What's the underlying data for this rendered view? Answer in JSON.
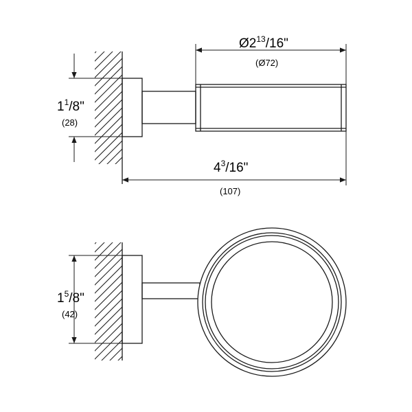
{
  "top_view": {
    "overall_width": {
      "whole": "Ø2",
      "num": "13",
      "den": "/16\"",
      "metric": "(Ø72)"
    },
    "height": {
      "whole": "1",
      "num": "1",
      "den": "/8\"",
      "metric": "(28)"
    },
    "length": {
      "whole": "4",
      "num": "3",
      "den": "/16\"",
      "metric": "(107)"
    }
  },
  "side_view": {
    "height": {
      "whole": "1",
      "num": "5",
      "den": "/8\"",
      "metric": "(42)"
    }
  },
  "colors": {
    "line": "#1a1a1a",
    "background": "#ffffff"
  }
}
